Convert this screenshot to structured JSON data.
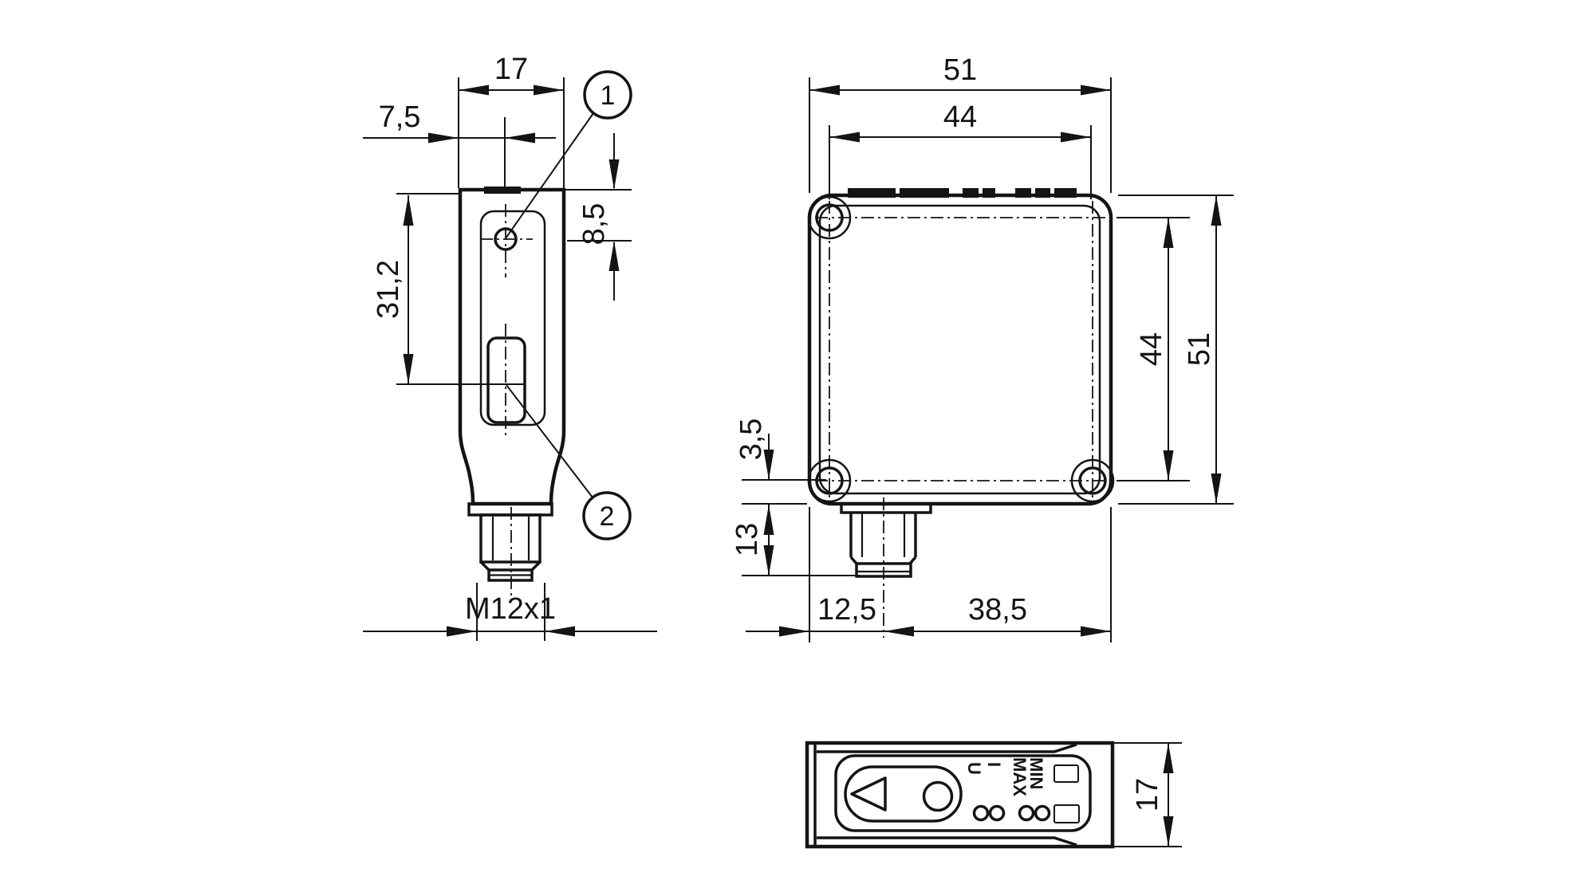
{
  "views": {
    "side": {
      "dims": {
        "width": "17",
        "axis_offset": "7,5",
        "lens_center": "31,2",
        "hole_top": "8,5",
        "thread": "M12x1"
      },
      "callout_1": "1",
      "callout_2": "2"
    },
    "front": {
      "dims": {
        "width": "51",
        "hole_pitch_h": "44",
        "hole_pitch_v": "44",
        "height": "51",
        "hole_bottom": "3,5",
        "connector_len": "13",
        "conn_left": "12,5",
        "conn_right": "38,5"
      }
    },
    "top": {
      "dims": {
        "depth": "17"
      },
      "labels": {
        "u": "U",
        "i": "I",
        "max": "MAX",
        "min": "MIN"
      }
    }
  },
  "style": {
    "line": "#141414",
    "bg": "#ffffff"
  }
}
